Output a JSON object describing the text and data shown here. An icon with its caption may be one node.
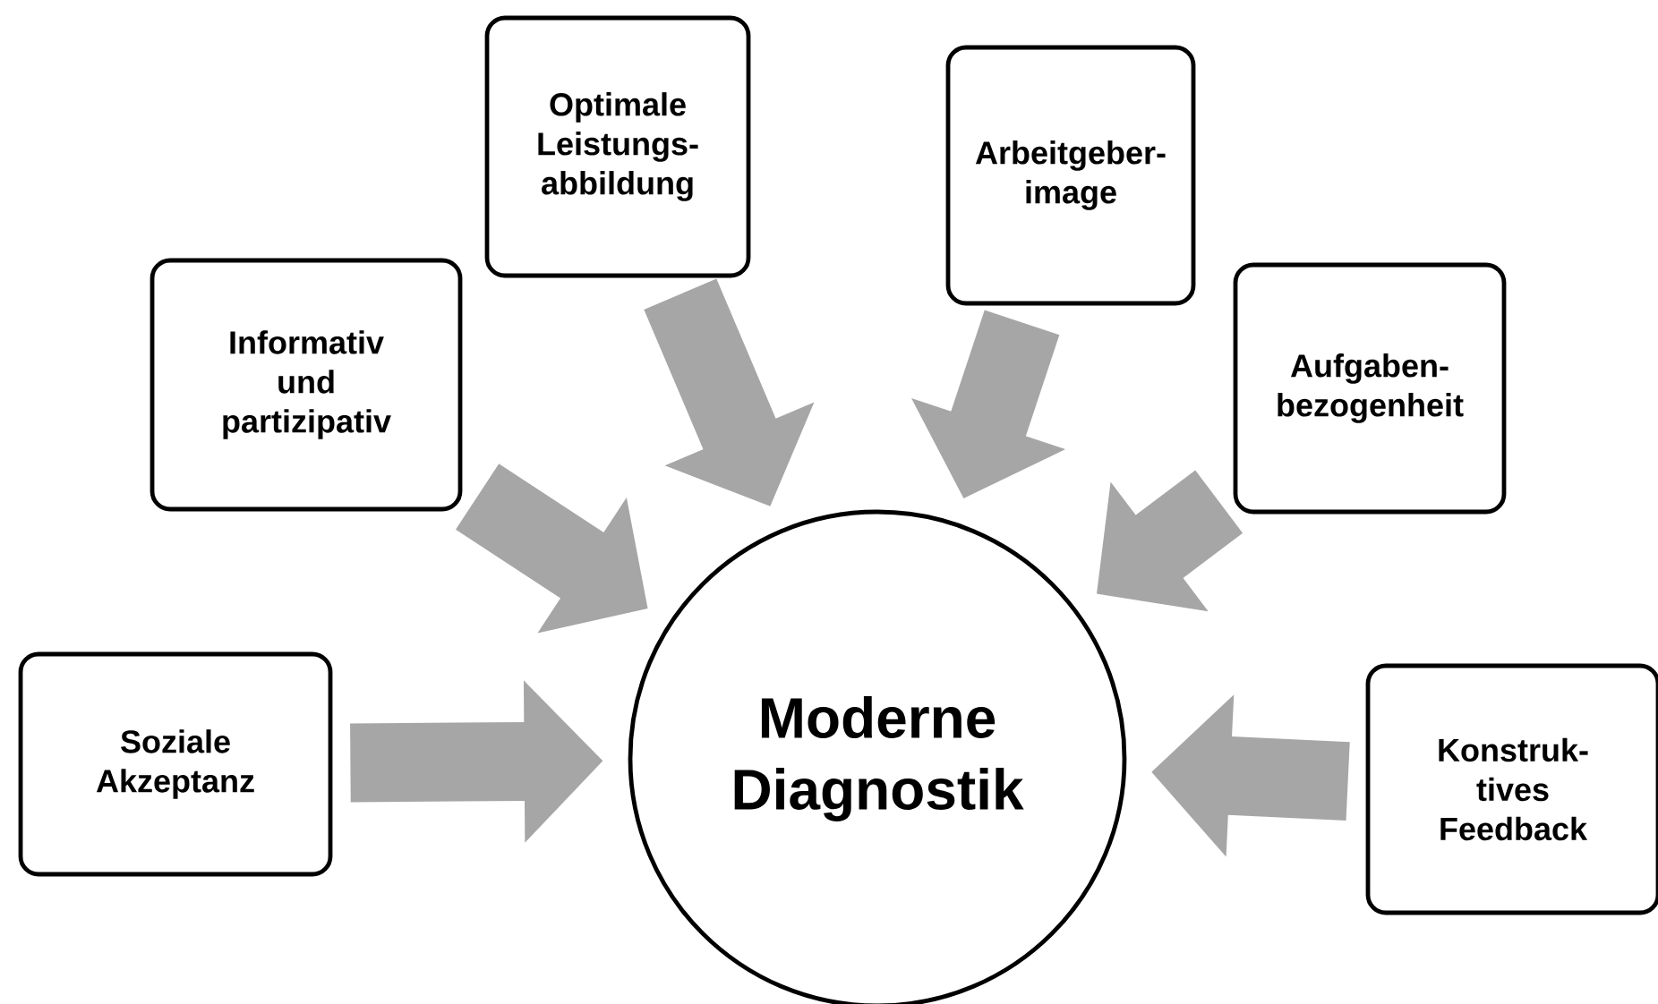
{
  "diagram": {
    "nodes": [
      {
        "text": [
          "Moderne Diagnostik"
        ]
      },
      {
        "text": [
          "Soziale Akzeptanz"
        ]
      },
      {
        "text": [
          "Informativ und partizipativ"
        ]
      },
      {
        "text": [
          "Optimale Leistungs- abbildung"
        ]
      },
      {
        "text": [
          "Arbeitgeber- image"
        ]
      },
      {
        "text": [
          "Aufgaben- bezogenheit"
        ]
      },
      {
        "text": [
          "Konstruk- tives Feedback"
        ]
      }
    ],
    "edges": [
      {
        "from": 1,
        "to": 0,
        "arrow": "to"
      },
      {
        "from": 2,
        "to": 0,
        "arrow": "to"
      },
      {
        "from": 3,
        "to": 0,
        "arrow": "to"
      },
      {
        "from": 4,
        "to": 0,
        "arrow": "to"
      },
      {
        "from": 5,
        "to": 0,
        "arrow": "to"
      },
      {
        "from": 6,
        "to": 0,
        "arrow": "to"
      }
    ]
  }
}
